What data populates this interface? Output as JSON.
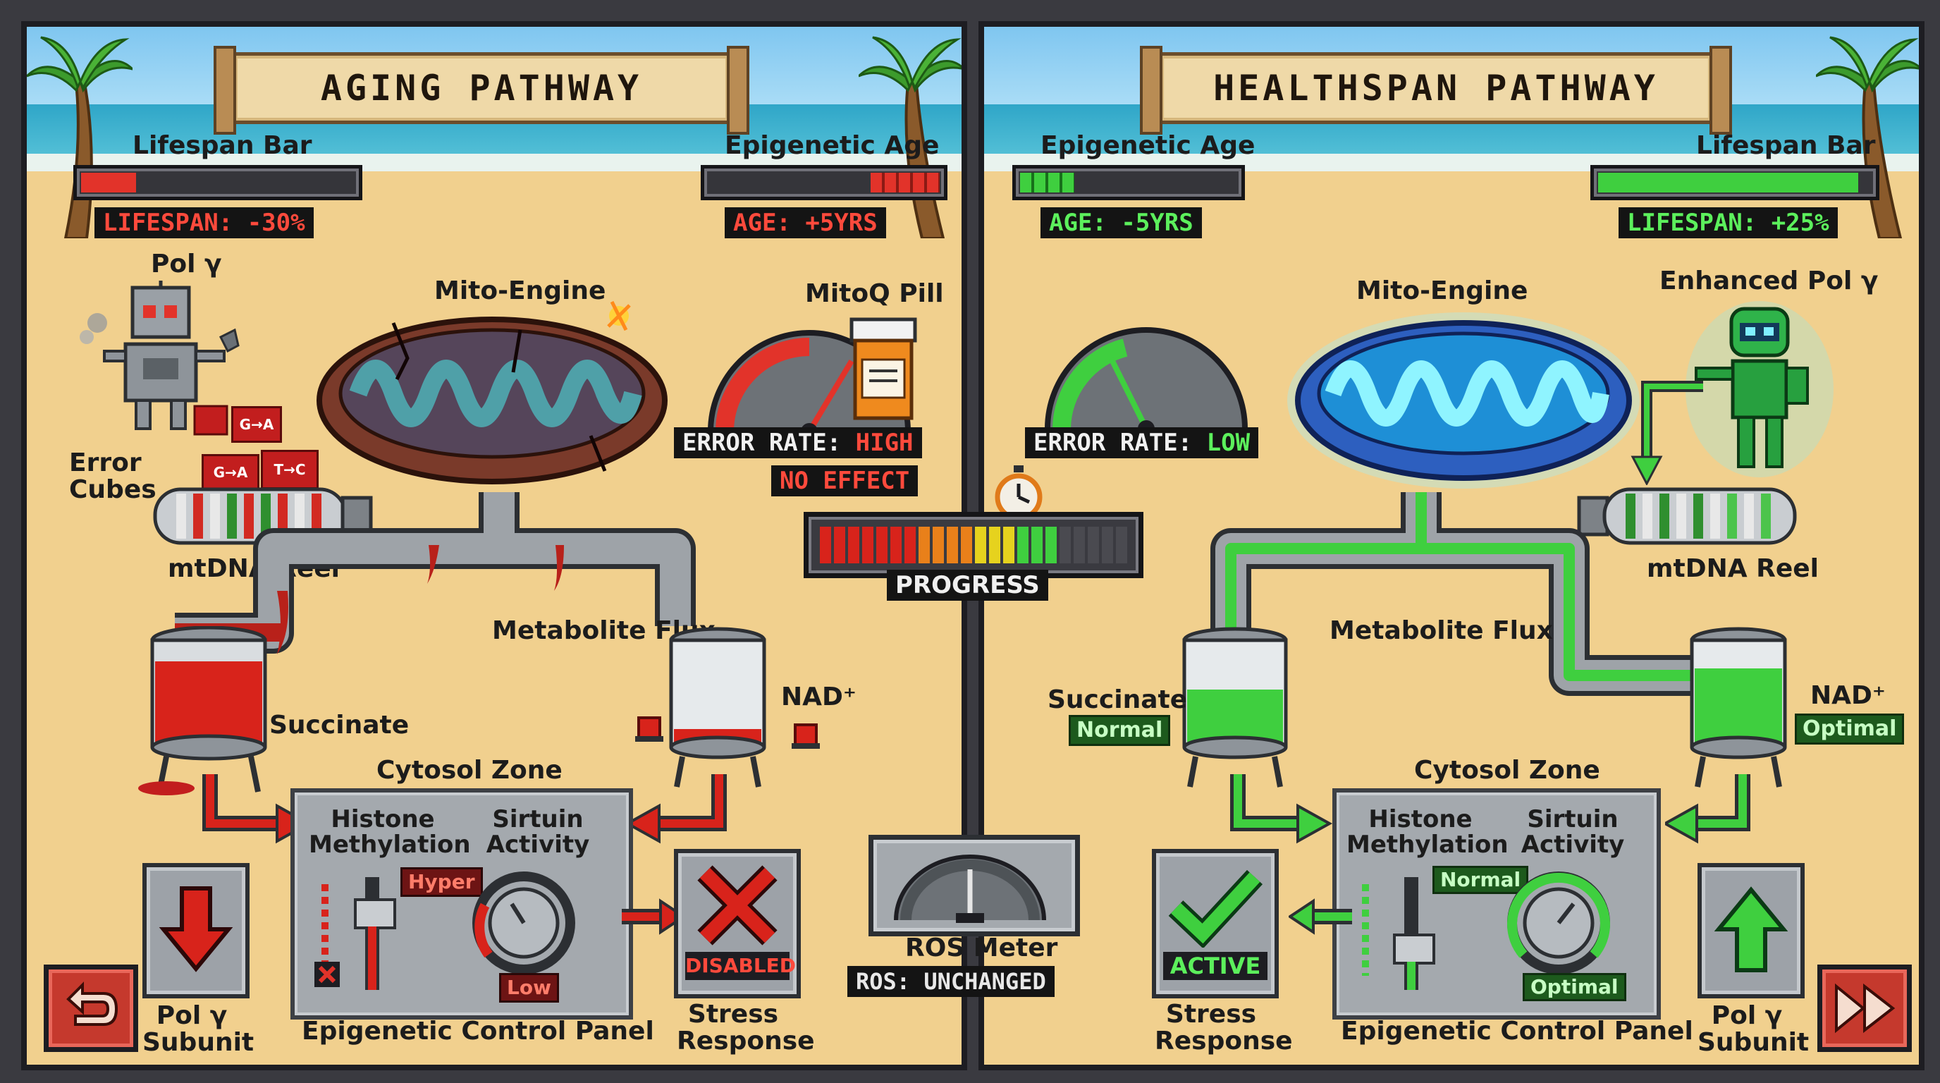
{
  "left_panel": {
    "title": "AGING PATHWAY",
    "lifespan_bar_label": "Lifespan Bar",
    "lifespan_value": "LIFESPAN: -30%",
    "lifespan_fill": 0.2,
    "epigenetic_age_label": "Epigenetic Age",
    "age_value": "AGE: +5YRS",
    "age_fill": 0.3,
    "pol_label": "Pol γ",
    "mito_label": "Mito-Engine",
    "mitoq_label": "MitoQ Pill",
    "error_rate": "ERROR RATE: ",
    "error_rate_level": "HIGH",
    "no_effect": "NO EFFECT",
    "error_cubes_label": "Error Cubes",
    "cube_a": "G→A",
    "cube_b": "G→A",
    "cube_c": "T→C",
    "mtdna_label": "mtDNA Reel",
    "flux_label": "Metabolite Flux",
    "succinate_label": "Succinate",
    "nad_label": "NAD⁺",
    "cytosol_label": "Cytosol Zone",
    "histone_label": "Histone Methylation",
    "histone_state": "Hyper",
    "sirtuin_label": "Sirtuin Activity",
    "sirtuin_state": "Low",
    "panel_label": "Epigenetic Control Panel",
    "stress_label": "Stress Response",
    "stress_state": "DISABLED",
    "subunit_label": "Pol γ Subunit"
  },
  "right_panel": {
    "title": "HEALTHSPAN PATHWAY",
    "epigenetic_age_label": "Epigenetic Age",
    "age_value": "AGE: -5YRS",
    "age_fill": 0.25,
    "lifespan_bar_label": "Lifespan Bar",
    "lifespan_value": "LIFESPAN: +25%",
    "lifespan_fill": 0.95,
    "mito_label": "Mito-Engine",
    "pol_label": "Enhanced Pol γ",
    "error_rate": "ERROR RATE: ",
    "error_rate_level": "LOW",
    "mtdna_label": "mtDNA Reel",
    "flux_label": "Metabolite Flux",
    "succinate_label": "Succinate",
    "succinate_state": "Normal",
    "nad_label": "NAD⁺",
    "nad_state": "Optimal",
    "cytosol_label": "Cytosol Zone",
    "histone_label": "Histone Methylation",
    "histone_state": "Normal",
    "sirtuin_label": "Sirtuin Activity",
    "sirtuin_state": "Optimal",
    "panel_label": "Epigenetic Control Panel",
    "stress_label": "Stress Response",
    "stress_state": "ACTIVE",
    "subunit_label": "Pol γ Subunit"
  },
  "center": {
    "progress_label": "PROGRESS",
    "progress_fill": 0.78,
    "ros_label": "ROS Meter",
    "ros_value": "ROS: UNCHANGED"
  },
  "colors": {
    "aging_accent": "#e2332a",
    "health_accent": "#3fcf3f",
    "sand": "#f1d08e"
  },
  "icons": [
    "palm-tree-icon",
    "broken-robot-icon",
    "green-robot-icon",
    "pill-bottle-icon",
    "stopwatch-icon",
    "alarm-icon",
    "back-arrow-icon",
    "fast-forward-icon",
    "down-arrow-icon",
    "up-arrow-icon",
    "x-icon",
    "check-icon"
  ]
}
